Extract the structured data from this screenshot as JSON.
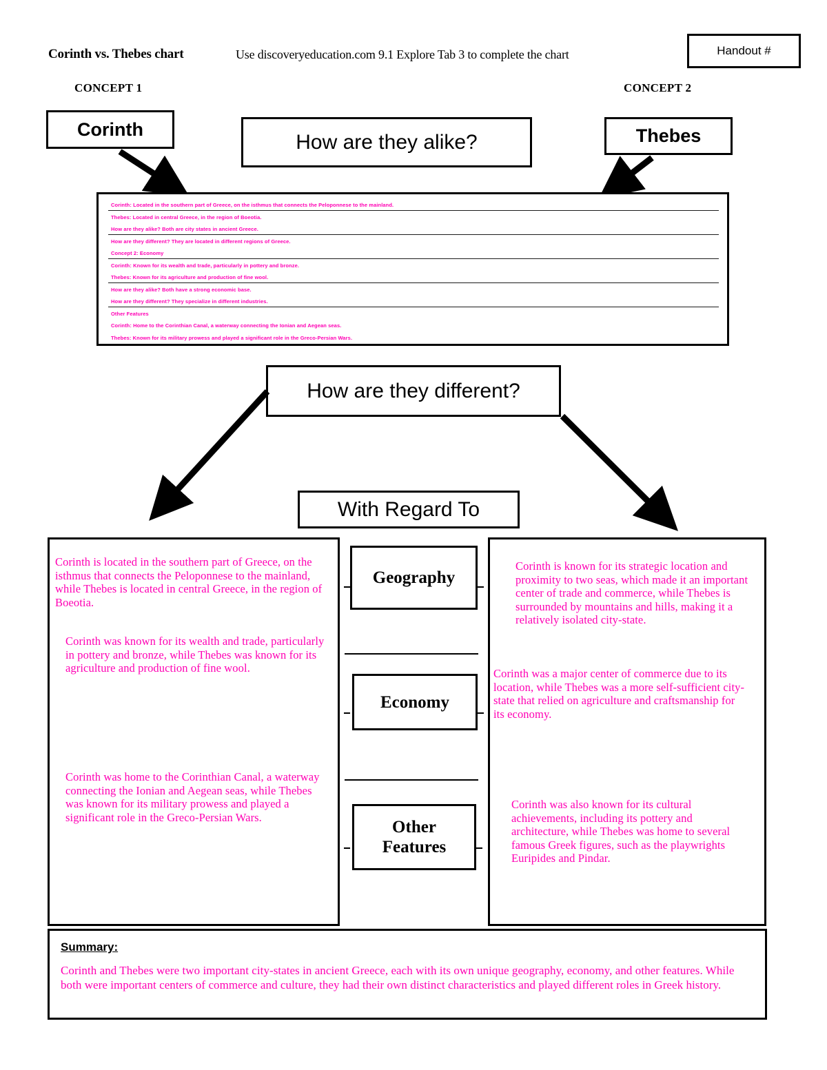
{
  "header": {
    "title": "Corinth vs. Thebes chart",
    "instruction": "Use discoveryeducation.com 9.1 Explore Tab 3 to complete the chart",
    "handout_label": "Handout #"
  },
  "concepts": {
    "concept1_label": "CONCEPT 1",
    "concept2_label": "CONCEPT 2",
    "concept1_name": "Corinth",
    "concept2_name": "Thebes"
  },
  "prompts": {
    "alike": "How are they alike?",
    "different": "How are they different?",
    "with_regard_to": "With Regard To"
  },
  "alike_box": {
    "lines": [
      {
        "text": "Corinth: Located in the southern part of Greece, on the isthmus that connects the Peloponnese to the mainland.",
        "ruled": true
      },
      {
        "text": "Thebes: Located in central Greece, in the region of Boeotia.",
        "ruled": false
      },
      {
        "text": "How are they alike? Both are city states in ancient Greece.",
        "ruled": true
      },
      {
        "text": "How are they different? They are located in different regions of Greece.",
        "ruled": false
      },
      {
        "text": "Concept 2: Economy",
        "ruled": true
      },
      {
        "text": "Corinth: Known for its wealth and trade, particularly in pottery and bronze.",
        "ruled": false
      },
      {
        "text": "Thebes: Known for its agriculture and production of fine wool.",
        "ruled": true
      },
      {
        "text": "How are they alike? Both have a strong economic base.",
        "ruled": false
      },
      {
        "text": "How are they different? They specialize in different industries.",
        "ruled": true
      },
      {
        "text": "Other Features",
        "ruled": false
      },
      {
        "text": "Corinth: Home to the Corinthian Canal, a waterway connecting the Ionian and Aegean seas.",
        "ruled": false
      },
      {
        "text": "Thebes: Known for its military prowess and played a significant role in the Greco-Persian Wars.",
        "ruled": false
      }
    ]
  },
  "categories": [
    {
      "label": "Geography"
    },
    {
      "label": "Economy"
    },
    {
      "label": "Other\nFeatures"
    }
  ],
  "category_labels": {
    "geography": "Geography",
    "economy": "Economy",
    "other_features_line1": "Other",
    "other_features_line2": "Features"
  },
  "left_column": {
    "geography": "Corinth is located in the southern part of Greece, on the isthmus that connects the Peloponnese to the mainland, while Thebes is located in central Greece, in the region of Boeotia.",
    "economy": "Corinth was known for its wealth and trade, particularly in pottery and bronze, while Thebes was known for its agriculture and production of fine wool.",
    "other_features": "Corinth was home to the Corinthian Canal, a waterway connecting the Ionian and Aegean seas, while Thebes was known for its military prowess and played a significant role in the Greco-Persian Wars."
  },
  "right_column": {
    "geography": "Corinth is known for its strategic location and proximity to two seas, which made it an important center of trade and commerce, while Thebes is surrounded by mountains and hills, making it a relatively isolated city-state.",
    "economy": "Corinth was a major center of commerce due to its location, while Thebes was a more self-sufficient city-state that relied on agriculture and craftsmanship for its economy.",
    "other_features": "Corinth was also known for its cultural achievements, including its pottery and architecture, while Thebes was home to several famous Greek figures, such as the playwrights Euripides and Pindar."
  },
  "summary": {
    "label": "Summary:",
    "text": "Corinth and Thebes were two important city-states in ancient Greece, each with its own unique geography, economy, and other features. While both were important centers of commerce and culture, they had their own distinct characteristics and played different roles in Greek history."
  },
  "colors": {
    "handwriting": "#FF00B4",
    "ink": "#000000",
    "paper": "#FFFFFF"
  }
}
